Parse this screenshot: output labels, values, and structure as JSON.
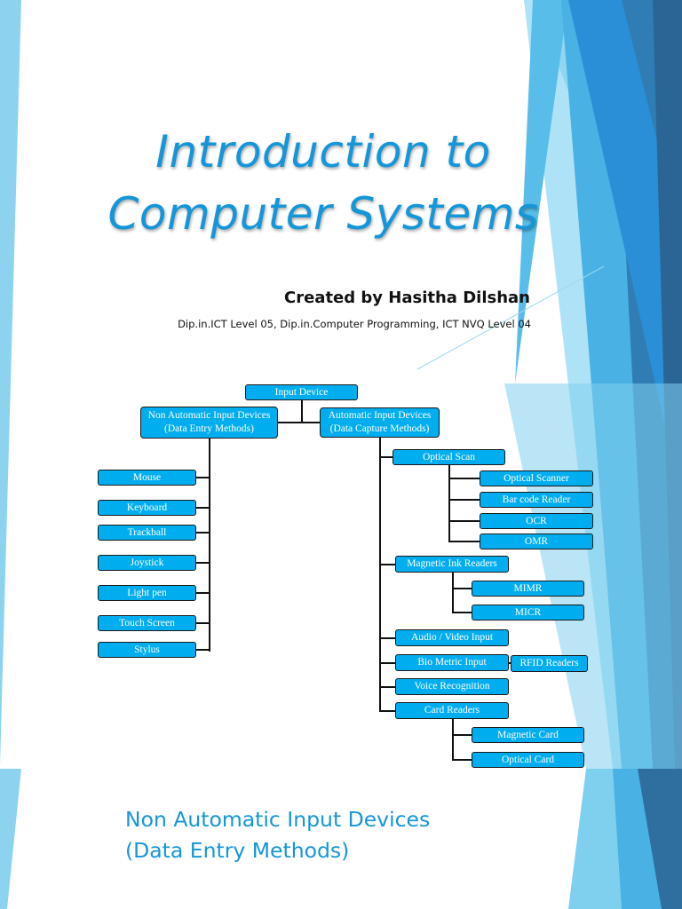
{
  "slide1": {
    "title_line1": "Introduction to",
    "title_line2": "Computer Systems",
    "author": "Created by Hasitha Dilshan",
    "credentials": "Dip.in.ICT  Level 05, Dip.in.Computer Programming, ICT NVQ Level 04",
    "diagram": {
      "root": "Input Device",
      "non_auto_line1": "Non Automatic Input Devices",
      "non_auto_line2": "(Data Entry Methods)",
      "auto_line1": "Automatic Input Devices",
      "auto_line2": "(Data Capture Methods)",
      "non_auto_items": [
        "Mouse",
        "Keyboard",
        "Trackball",
        "Joystick",
        "Light pen",
        "Touch Screen",
        "Stylus"
      ],
      "optical_scan": "Optical Scan",
      "optical_items": [
        "Optical Scanner",
        "Bar code Reader",
        "OCR",
        "OMR"
      ],
      "magnetic_ink": "Magnetic Ink Readers",
      "magnetic_items": [
        "MIMR",
        "MICR"
      ],
      "audio_video": "Audio / Video Input",
      "bio_metric": "Bio Metric Input",
      "rfid": "RFID Readers",
      "voice": "Voice Recognition",
      "card_readers": "Card Readers",
      "card_items": [
        "Magnetic Card",
        "Optical Card"
      ]
    }
  },
  "slide2": {
    "heading_line1": "Non Automatic Input Devices",
    "heading_line2": "(Data Entry Methods)"
  },
  "colors": {
    "accent_blue": "#1496d8",
    "node_fill": "#00aeef",
    "stripe_dark": "#2f6fa0",
    "stripe_mid": "#2a8fd6",
    "stripe_light": "#7fd0ef"
  }
}
